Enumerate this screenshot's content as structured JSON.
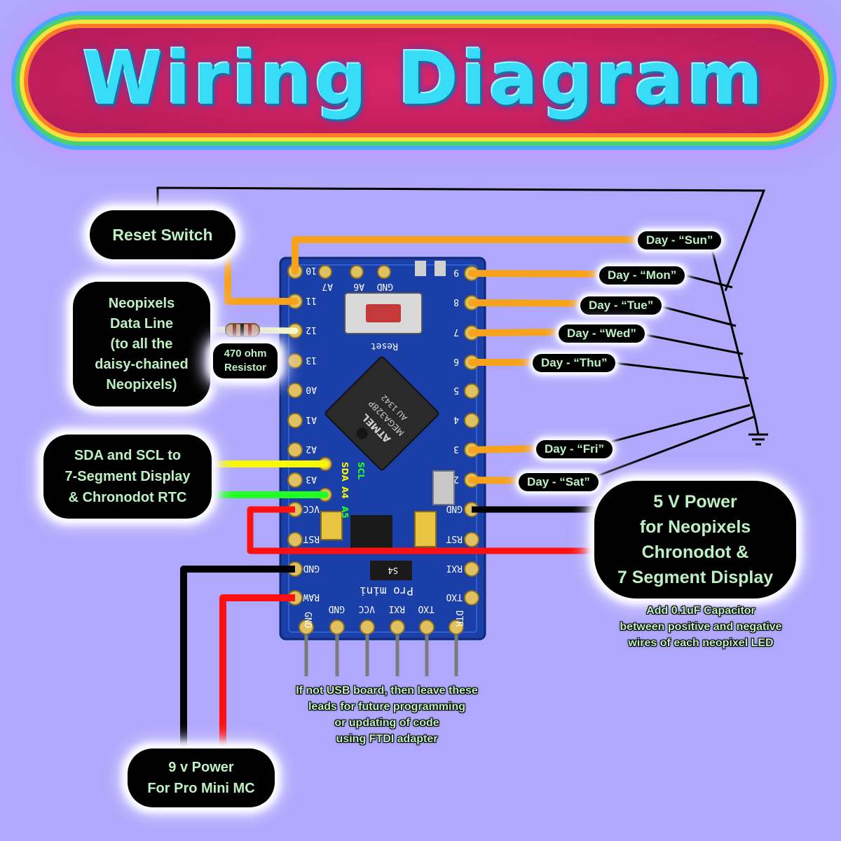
{
  "title": "Wiring Diagram",
  "colors": {
    "background": "#b0a8fc",
    "board": "#1a3fa8",
    "wire_orange": "#f7a21b",
    "wire_red": "#ff1010",
    "wire_green": "#22ff22",
    "wire_yellow": "#f8f800",
    "wire_black": "#000000",
    "label_text": "#bdf0c2",
    "label_bg": "#000000"
  },
  "callouts": {
    "reset_switch": "Reset Switch",
    "neopixels": [
      "Neopixels",
      "Data Line",
      "(to all the",
      "daisy-chained",
      "Neopixels)"
    ],
    "resistor": [
      "470 ohm",
      "Resistor"
    ],
    "sda_scl": [
      "SDA and SCL to",
      "7-Segment Display",
      "& Chronodot RTC"
    ],
    "power_5v": [
      "5 V Power",
      "for Neopixels",
      "Chronodot &",
      "7 Segment Display"
    ],
    "capacitor_note": [
      "Add 0.1uF Capacitor",
      "between positive and negative",
      "wires of each neopixel LED"
    ],
    "ftdi_note": [
      "If not USB board, then leave these",
      "leads for future programming",
      "or updating of code",
      "using FTDI adapter"
    ],
    "power_9v": [
      "9 v Power",
      "For Pro Mini MC"
    ]
  },
  "day_labels": {
    "sun": "Day - “Sun”",
    "mon": "Day - “Mon”",
    "tue": "Day - “Tue”",
    "wed": "Day - “Wed”",
    "thu": "Day - “Thu”",
    "fri": "Day - “Fri”",
    "sat": "Day - “Sat”"
  },
  "board": {
    "left_pins": [
      "10",
      "11",
      "12",
      "13",
      "A0",
      "A1",
      "A2",
      "A3",
      "VCC",
      "RST",
      "GND",
      "RAW"
    ],
    "right_pins": [
      "9",
      "8",
      "7",
      "6",
      "5",
      "4",
      "3",
      "2",
      "GND",
      "RST",
      "RXI",
      "TXO"
    ],
    "bottom_pins": [
      "GND",
      "GND",
      "VCC",
      "RXI",
      "TXO",
      "DTR"
    ],
    "inner_top": [
      "A7",
      "A6",
      "GND"
    ],
    "reset_label": "Reset",
    "sda": "SDA",
    "scl": "SCL",
    "a4": "A4",
    "a5": "A5",
    "product": "Pro mini",
    "chip_brand": "ATMEL",
    "chip_part": "MEGA328P",
    "chip_code": "AU 1342",
    "s4": "S4"
  }
}
